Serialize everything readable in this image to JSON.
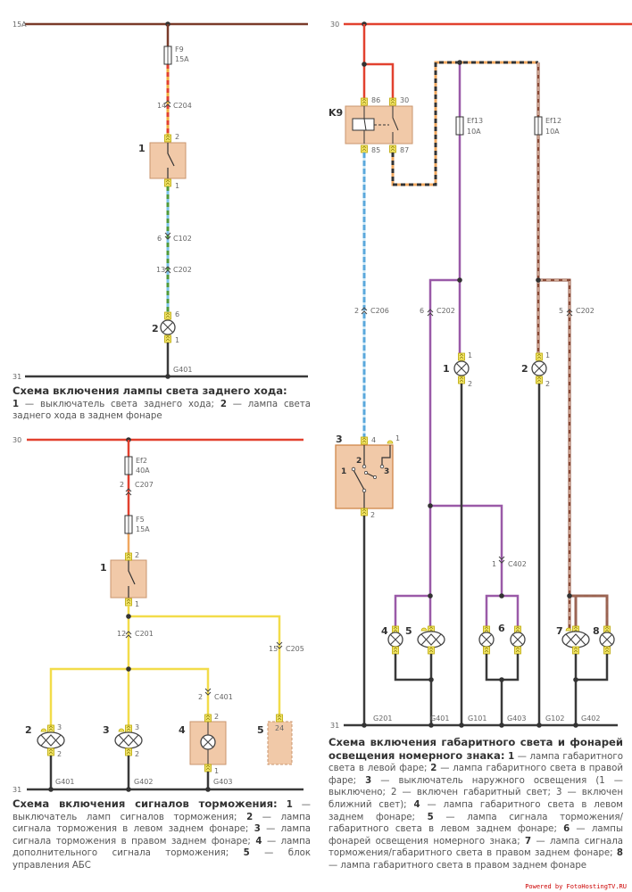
{
  "diagram1": {
    "bus_top": "15A",
    "bus_bottom": "31",
    "fuse": {
      "name": "F9",
      "rating": "15A"
    },
    "connectors": [
      {
        "pin": "14",
        "name": "C204"
      },
      {
        "pin": "6",
        "name": "C102"
      },
      {
        "pin": "13",
        "name": "C202"
      }
    ],
    "components": {
      "switch": "1",
      "lamp": "2"
    },
    "pins": {
      "sw_top": "2",
      "sw_bottom": "1",
      "lamp_top": "6",
      "lamp_bottom": "1"
    },
    "ground": "G401",
    "caption": {
      "title": "Схема включения лампы света заднего хода:",
      "items": [
        {
          "n": "1",
          "text": " — выключатель света заднего хода; "
        },
        {
          "n": "2",
          "text": " — лампа света заднего хода в заднем фонаре"
        }
      ]
    }
  },
  "diagram2": {
    "bus_top": "30",
    "bus_bottom": "31",
    "fuses": [
      {
        "name": "Ef2",
        "rating": "40A"
      },
      {
        "name": "F5",
        "rating": "15A"
      }
    ],
    "connectors": [
      {
        "pin": "2",
        "name": "C207"
      },
      {
        "pin": "12",
        "name": "C201"
      },
      {
        "pin": "15",
        "name": "C205"
      },
      {
        "pin": "2",
        "name": "C401"
      }
    ],
    "components": {
      "switch": "1",
      "lamp_left": "2",
      "lamp_right": "3",
      "extra": "4",
      "abs": "5"
    },
    "pins": {
      "sw_top": "2",
      "sw_bottom": "1",
      "l2_top": "3",
      "l2_bottom": "2",
      "l3_top": "3",
      "l3_bottom": "2",
      "b4_top": "2",
      "b4_bottom": "1",
      "abs_pin": "24"
    },
    "grounds": [
      "G401",
      "G402",
      "G403"
    ],
    "caption": {
      "title": "Схема включения сигналов торможения:",
      "items": [
        {
          "n": "1",
          "text": " — выключатель ламп сигналов торможения; "
        },
        {
          "n": "2",
          "text": " — лампа сигнала торможения в левом заднем фонаре; "
        },
        {
          "n": "3",
          "text": " — лампа сигнала торможения в правом заднем фонаре; "
        },
        {
          "n": "4",
          "text": " — лампа дополнительного сигнала торможения; "
        },
        {
          "n": "5",
          "text": " — блок управления АБС"
        }
      ]
    }
  },
  "diagram3": {
    "bus_top": "30",
    "bus_bottom": "31",
    "relay": {
      "name": "K9",
      "pins": [
        "86",
        "30",
        "85",
        "87"
      ]
    },
    "fuses": [
      {
        "name": "Ef13",
        "rating": "10A"
      },
      {
        "name": "Ef12",
        "rating": "10A"
      }
    ],
    "connectors": [
      {
        "pin": "2",
        "name": "C206"
      },
      {
        "pin": "6",
        "name": "C202"
      },
      {
        "pin": "5",
        "name": "C202"
      },
      {
        "pin": "1",
        "name": "C402"
      }
    ],
    "components": [
      "1",
      "2",
      "3",
      "4",
      "5",
      "6",
      "7",
      "8"
    ],
    "pins": {
      "p1": "1",
      "p2": "2",
      "p3": "3",
      "p4": "4"
    },
    "grounds": [
      "G201",
      "G401",
      "G101",
      "G403",
      "G102",
      "G402"
    ],
    "caption": {
      "title": "Схема включения габаритного света и фонарей освещения номерного знака:",
      "items": [
        {
          "n": "1",
          "text": " — лампа габаритного света в левой фаре; "
        },
        {
          "n": "2",
          "text": " — лампа габаритного света в правой фаре; "
        },
        {
          "n": "3",
          "text": " — выключатель наружного освещения (1 — выключено; 2 — включен габаритный свет; 3 — включен ближний свет); "
        },
        {
          "n": "4",
          "text": " — лампа габаритного света в левом заднем фонаре; "
        },
        {
          "n": "5",
          "text": " — лампа сигнала торможения/габаритного света в левом заднем фонаре; "
        },
        {
          "n": "6",
          "text": " — лампы фонарей освещения номерного знака; "
        },
        {
          "n": "7",
          "text": " — лампа сигнала торможения/габаритного света в правом заднем фонаре; "
        },
        {
          "n": "8",
          "text": " — лампа габаритного света в правом заднем фонаре"
        }
      ]
    }
  },
  "watermark": "Powered by FotoHostingTV.RU",
  "colors": {
    "red": "#e2412f",
    "brown": "#7a3b2a",
    "yellow": "#f2dc4a",
    "purple": "#9a5aa8",
    "blue": "#7cc3e8",
    "green": "#4f9a3c",
    "orange": "#f0a860",
    "black": "#3a3a3a",
    "box": "#f1c9a8"
  }
}
